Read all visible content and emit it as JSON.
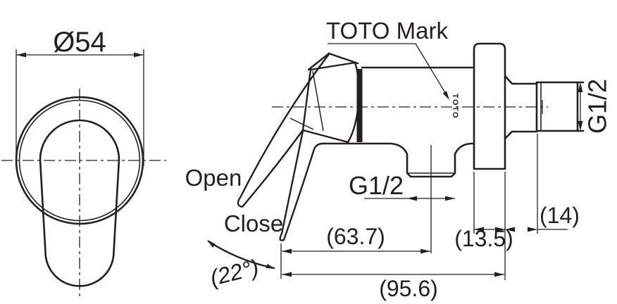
{
  "drawing": {
    "background": "#ffffff",
    "line_color": "#231f20"
  },
  "front_view": {
    "diameter": "Ø54"
  },
  "side_view": {
    "toto_mark_label": "TOTO Mark",
    "toto_mark_engraving": "TOTO",
    "open_label": "Open",
    "close_label": "Close",
    "angle": "(22°)",
    "inlet_thread": "G1/2",
    "outlet_thread": "G1/2",
    "dim_handle_to_inlet": "(63.7)",
    "dim_overall_length": "(95.6)",
    "dim_flange_thickness": "(13.5)",
    "dim_flange_to_thread": "(14)"
  }
}
